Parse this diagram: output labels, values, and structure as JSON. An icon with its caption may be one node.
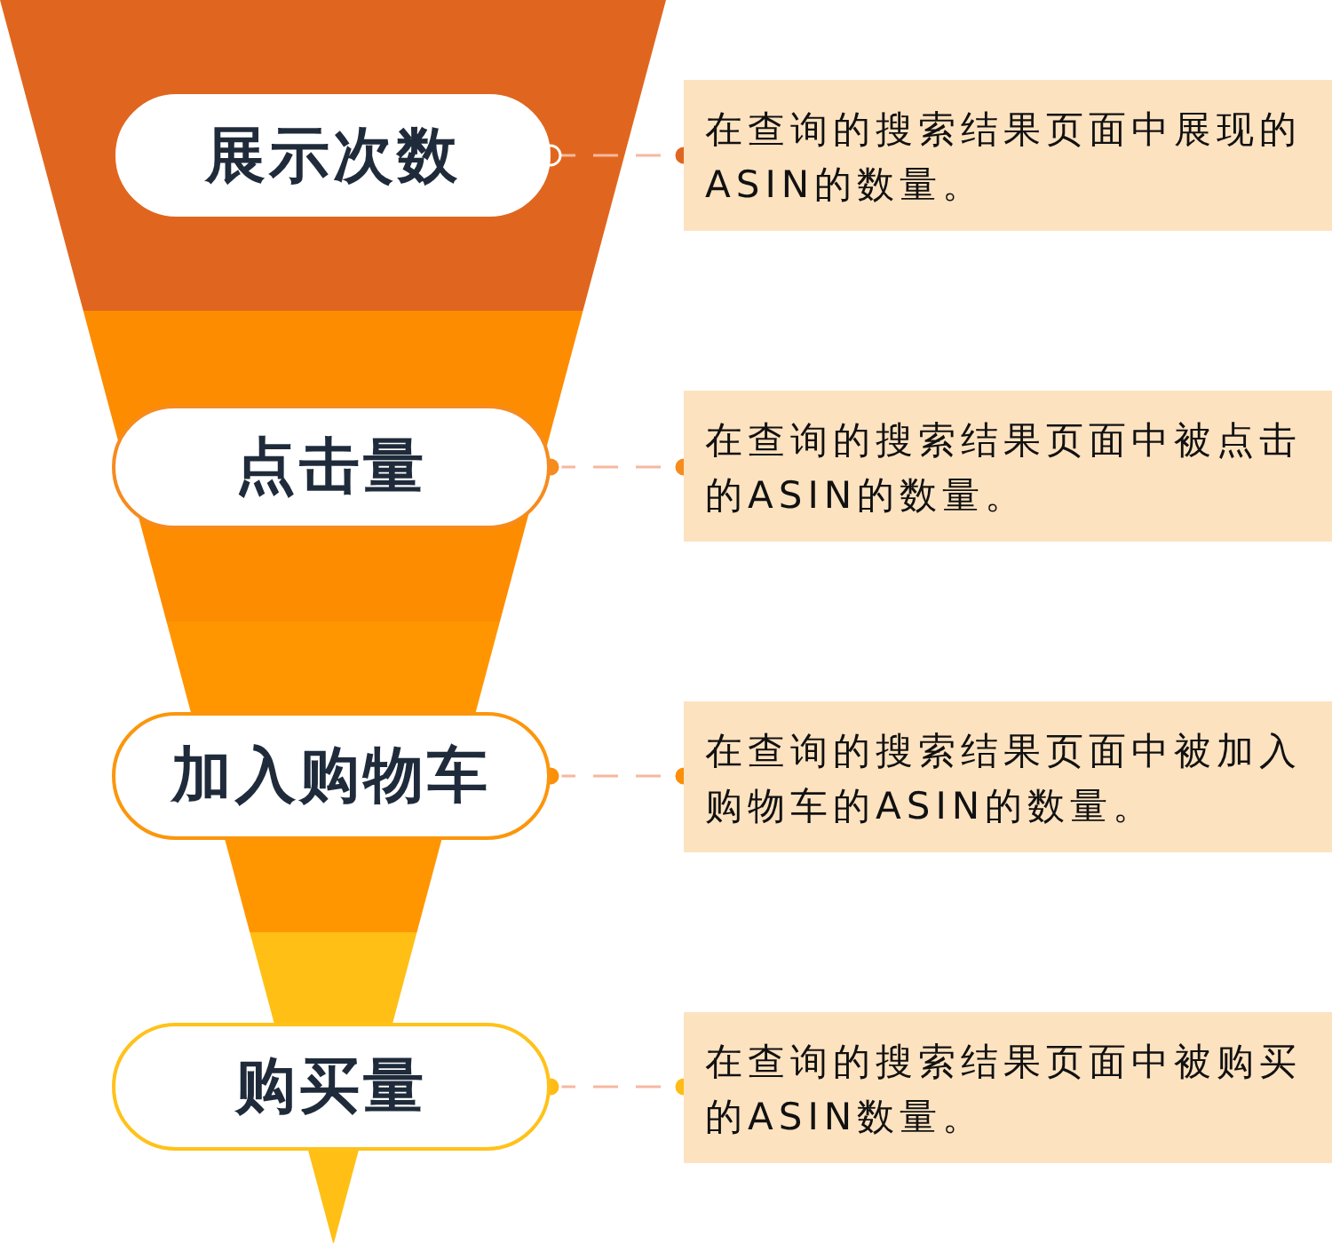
{
  "diagram": {
    "nodes": [
      {
        "text": [
          "展示次数"
        ]
      },
      {
        "text": [
          "点击量"
        ]
      },
      {
        "text": [
          "加入购物车"
        ]
      },
      {
        "text": [
          "购买量"
        ]
      },
      {
        "text": [
          "在查询的搜索结果页面中展现的ASIN的数量。"
        ]
      },
      {
        "text": [
          "在查询的搜索结果页面中被点击的ASIN的数量。"
        ]
      },
      {
        "text": [
          "在查询的搜索结果页面中被加入购物车的ASIN的数量。"
        ]
      },
      {
        "text": [
          "在查询的搜索结果页面中被购买的ASIN数量。"
        ]
      }
    ],
    "edges": [
      {
        "from": 0,
        "to": 4,
        "arrow": "other",
        "style": "dashed"
      },
      {
        "from": 1,
        "to": 5,
        "arrow": "other",
        "style": "dashed"
      },
      {
        "from": 2,
        "to": 6,
        "arrow": "other",
        "style": "dashed"
      },
      {
        "from": 3,
        "to": 7,
        "arrow": "other",
        "style": "dashed"
      }
    ]
  }
}
